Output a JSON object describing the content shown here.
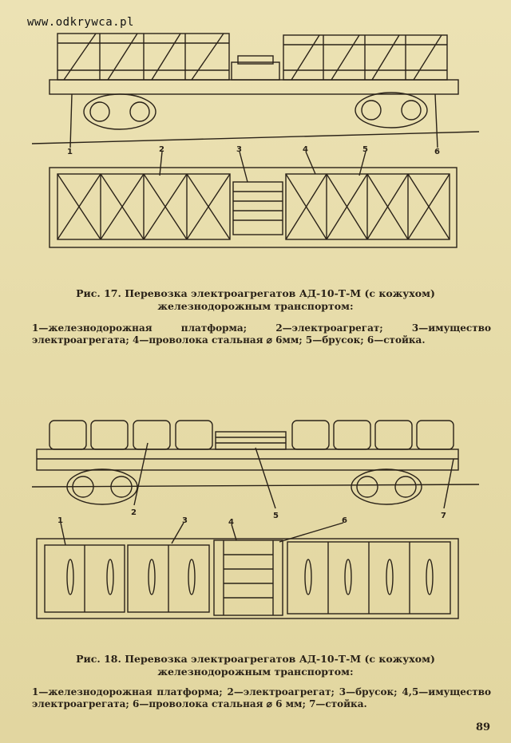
{
  "watermark": "www.odkrywca.pl",
  "figure17": {
    "caption_line1": "Рис. 17. Перевозка электроагрегатов АД-10-Т-М (с кожухом)",
    "caption_line2": "железнодорожным транспортом:",
    "legend": "1—железнодорожная платформа; 2—электроагрегат; 3—имущество электроагрегата; 4—проволока стальная ⌀ 6мм; 5—брусок; 6—стойка.",
    "labels": [
      "1",
      "2",
      "3",
      "4",
      "5",
      "6"
    ]
  },
  "figure18": {
    "caption_line1": "Рис. 18. Перевозка электроагрегатов АД-10-Т-М (с кожухом)",
    "caption_line2": "железнодорожным транспортом:",
    "legend": "1—железнодорожная платформа; 2—электроагрегат; 3—брусок; 4,5—имущество электроагрегата; 6—проволока стальная ⌀ 6 мм; 7—стойка.",
    "labels": [
      "1",
      "2",
      "3",
      "4",
      "5",
      "6",
      "7"
    ]
  },
  "page_number": "89"
}
